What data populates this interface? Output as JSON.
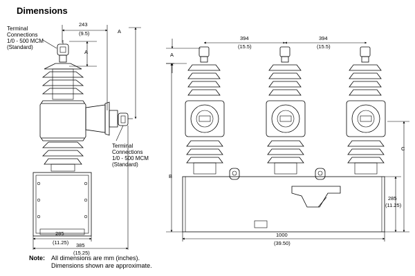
{
  "title": "Dimensions",
  "side_view": {
    "terminal_top": [
      "Terminal",
      "Connections",
      "1/0 - 500 MCM",
      "(Standard)"
    ],
    "terminal_side": [
      "Terminal",
      "Connections",
      "1/0 - 500 MCM",
      "(Standard)"
    ],
    "dim_243": "243",
    "dim_243_in": "(9.5)",
    "dim_A_top": "A",
    "dim_A_inner": "A",
    "dim_285": "285",
    "dim_285_in": "(11.25)",
    "dim_385": "385",
    "dim_385_in": "(15.25)"
  },
  "front_view": {
    "dim_A": "A",
    "dim_394_left": "394",
    "dim_394_left_in": "(15.5)",
    "dim_394_right": "394",
    "dim_394_right_in": "(15.5)",
    "dim_B": "B",
    "dim_C": "C",
    "dim_285": "285",
    "dim_285_in": "(11.25)",
    "dim_1000": "1000",
    "dim_1000_in": "(39.50)"
  },
  "note": {
    "label": "Note:",
    "line1": "All dimensions are mm (inches).",
    "line2": "Dimensions shown are approximate."
  }
}
